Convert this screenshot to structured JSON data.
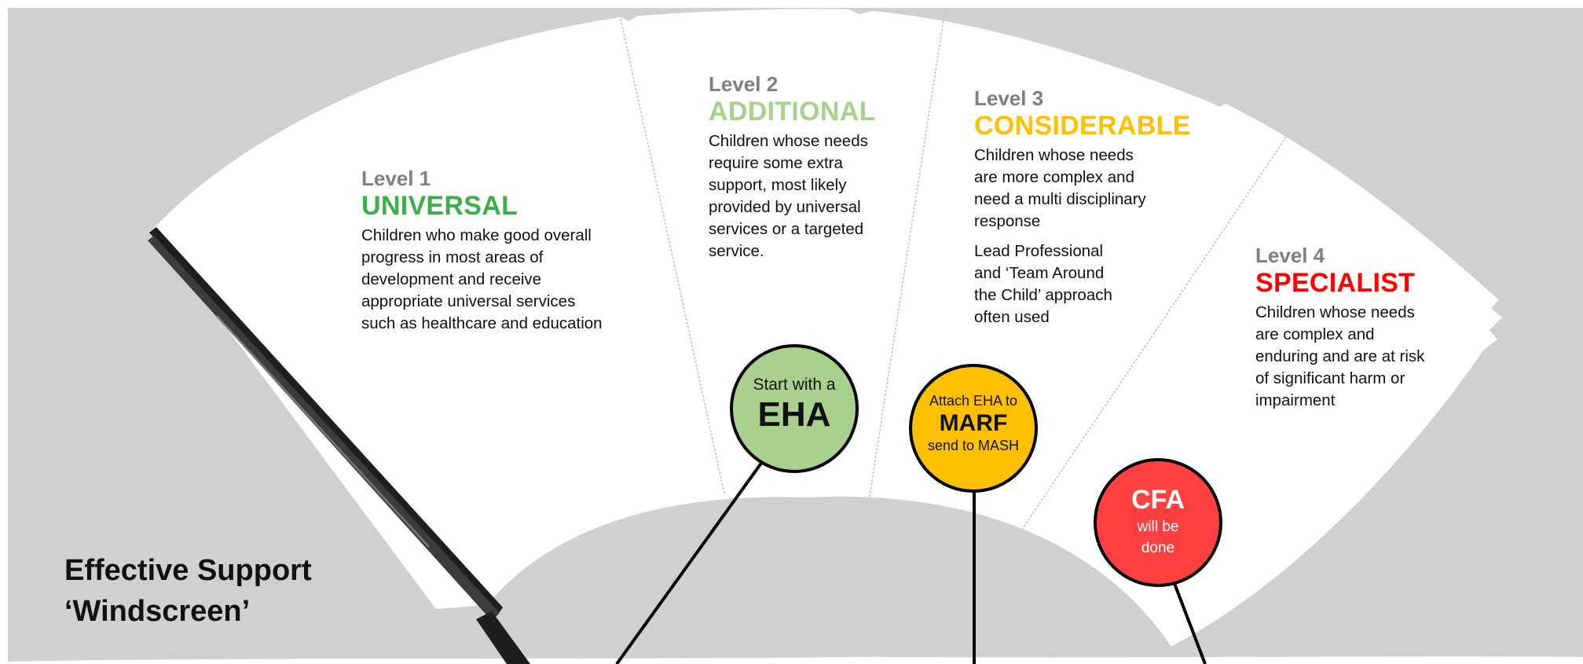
{
  "title": {
    "line1": "Effective Support",
    "line2": "‘Windscreen’"
  },
  "levels": [
    {
      "number": "Level 1",
      "name": "UNIVERSAL",
      "color": "#3dae49",
      "description": [
        "Children who make good overall",
        "progress in most areas of",
        "development and receive",
        "appropriate universal services",
        "such as healthcare and education"
      ]
    },
    {
      "number": "Level 2",
      "name": "ADDITIONAL",
      "color": "#a9d18e",
      "description": [
        "Children whose needs",
        "require some extra",
        "support, most likely",
        "provided by universal",
        "services or a targeted",
        "service."
      ]
    },
    {
      "number": "Level 3",
      "name": "CONSIDERABLE",
      "color": "#ffc000",
      "description": [
        "Children whose needs",
        "are more complex and",
        "need a multi disciplinary",
        "response"
      ],
      "description2": [
        "Lead Professional",
        "and ‘Team Around",
        "the Child’ approach",
        "often used"
      ]
    },
    {
      "number": "Level 4",
      "name": "SPECIALIST",
      "color": "#ff0000",
      "description": [
        "Children whose needs",
        "are complex and",
        "enduring and are at risk",
        "of significant harm or",
        "impairment"
      ]
    }
  ],
  "badges": {
    "eha": {
      "top": "Start with a",
      "main": "EHA",
      "color": "#a9d18e"
    },
    "marf": {
      "top": "Attach EHA to",
      "main": "MARF",
      "bottom": "send to MASH",
      "color": "#ffc000"
    },
    "cfa": {
      "main": "CFA",
      "sub1": "will be",
      "sub2": "done",
      "color": "#ff4040"
    }
  },
  "colors": {
    "background": "#d0d0d0",
    "fan": "#ffffff",
    "wiper": "#1e1e1e"
  }
}
